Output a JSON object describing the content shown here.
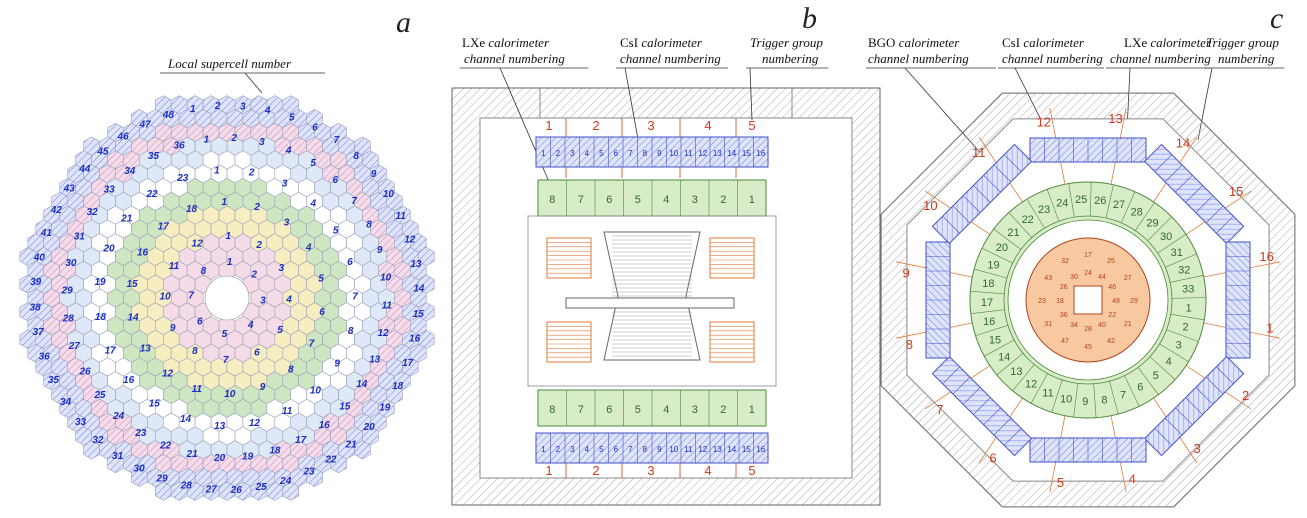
{
  "panels": {
    "a": {
      "letter": "a",
      "callout": "Local supercell number"
    },
    "b": {
      "letter": "b",
      "callouts": [
        {
          "line1": "LXe",
          "line1_italic": "calorimeter",
          "line2": "channel numbering"
        },
        {
          "line1": "CsI",
          "line1_italic": "calorimeter",
          "line2": "channel numbering"
        },
        {
          "line1": "",
          "line1_italic": "Trigger group",
          "line2": "numbering"
        }
      ],
      "trigger_top": [
        "1",
        "2",
        "3",
        "4",
        "5"
      ],
      "trigger_bottom": [
        "1",
        "2",
        "3",
        "4",
        "5"
      ],
      "csi_cells": [
        "1",
        "2",
        "3",
        "4",
        "5",
        "6",
        "7",
        "8",
        "9",
        "10",
        "11",
        "12",
        "13",
        "14",
        "15",
        "16"
      ],
      "lxe_top": [
        "8",
        "7",
        "6",
        "5",
        "4",
        "3",
        "2",
        "1"
      ],
      "lxe_bottom": [
        "8",
        "7",
        "6",
        "5",
        "4",
        "3",
        "2",
        "1"
      ]
    },
    "c": {
      "letter": "c",
      "callouts": [
        {
          "line1": "BGO",
          "line1_italic": "calorimeter",
          "line2": "channel numbering"
        },
        {
          "line1": "CsI",
          "line1_italic": "calorimeter",
          "line2": "channel numbering"
        },
        {
          "line1": "LXe",
          "line1_italic": "calorimeter",
          "line2": "channel numbering"
        },
        {
          "line1": "",
          "line1_italic": "Trigger group",
          "line2": "numbering"
        }
      ],
      "trigger_groups": [
        "1",
        "2",
        "3",
        "4",
        "5",
        "6",
        "7",
        "8",
        "9",
        "10",
        "11",
        "12",
        "13",
        "14",
        "15",
        "16"
      ],
      "lxe_ring": [
        "1",
        "2",
        "3",
        "4",
        "5",
        "6",
        "7",
        "8",
        "9",
        "10",
        "11",
        "12",
        "13",
        "14",
        "15",
        "16",
        "17",
        "18",
        "19",
        "20",
        "21",
        "22",
        "23",
        "24",
        "25",
        "26",
        "27",
        "28",
        "29",
        "30",
        "31",
        "32",
        "33"
      ],
      "bgo_cells": [
        "17",
        "25",
        "27",
        "29",
        "21",
        "42",
        "45",
        "47",
        "31",
        "23",
        "43",
        "32",
        "24",
        "44",
        "46",
        "48",
        "22",
        "40",
        "28",
        "34",
        "36",
        "18",
        "26",
        "30"
      ]
    }
  },
  "colors": {
    "blue_numbers": "#1a2fc4",
    "trigger_red": "#d23a1a",
    "lxe_green": "#d8ecc8",
    "csi_blue": "#d6dcf5",
    "bgo_orange": "#f8c8a0"
  }
}
